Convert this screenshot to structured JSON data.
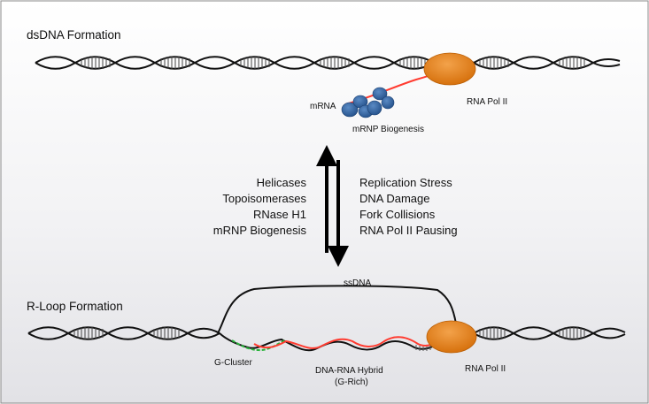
{
  "panels": {
    "top": {
      "title": "dsDNA Formation",
      "mrna": "mRNA",
      "mrnp": "mRNP Biogenesis",
      "polymerase": "RNA Pol II"
    },
    "bottom": {
      "title": "R-Loop Formation",
      "ssdna": "ssDNA",
      "gcluster": "G-Cluster",
      "hybrid_line1": "DNA-RNA Hybrid",
      "hybrid_line2": "(G-Rich)",
      "polymerase": "RNA Pol II"
    }
  },
  "transition": {
    "left_factors": [
      "Helicases",
      "Topoisomerases",
      "RNase H1",
      "mRNP Biogenesis"
    ],
    "right_factors": [
      "Replication Stress",
      "DNA Damage",
      "Fork Collisions",
      "RNA Pol II Pausing"
    ]
  },
  "colors": {
    "dna": "#111111",
    "rna": "#ff3b30",
    "polymerase": "#e07a14",
    "protein": "#2d5f97",
    "gcluster": "#29b23b",
    "background_top": "#ffffff",
    "background_bottom": "#e6e6e9"
  },
  "icons": {
    "arrow_up": "up-arrow-icon",
    "arrow_down": "down-arrow-icon"
  }
}
